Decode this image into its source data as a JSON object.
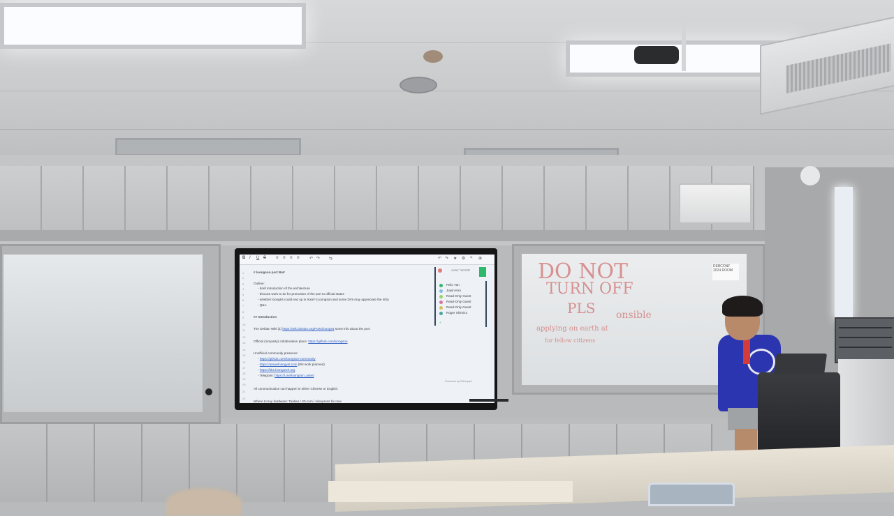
{
  "screen": {
    "toolbar_buttons": [
      "B",
      "I",
      "U",
      "S",
      "≡",
      "≡",
      "≡",
      "≡",
      "↶",
      "↷",
      "⇆"
    ],
    "toolbar_right": [
      "↶",
      "↷",
      "★",
      "⚙",
      "<",
      "⊕"
    ],
    "line_numbers": [
      "1",
      "2",
      "3",
      "4",
      "5",
      "6",
      "7",
      "8",
      "9",
      "10",
      "11",
      "12",
      "13",
      "14",
      "15",
      "16",
      "17",
      "18",
      "19",
      "20",
      "21",
      "22",
      "23",
      "24",
      "25",
      "26"
    ],
    "document": {
      "heading": "# loongson port BoF",
      "outline_label": "Outline:",
      "outline_items": [
        "- brief introduction of the architecture",
        "- discuss work to do for promotion of the port to official status",
        "- whether loong64 could end up in trixie? (Loongson and some DVs may appreciate the info)",
        "- Q&A"
      ],
      "intro_heading": "## Introduction",
      "wiki_prefix": "The Debian Wiki [1]",
      "wiki_link": "https://wiki.debian.org/Ports/loong64",
      "wiki_suffix": "some info about the port.",
      "official_prefix": "Official (1st-party) collaboration place:",
      "official_link": "https://github.com/loongson",
      "presence_label": "Unofficial community presence:",
      "presence_links": [
        "https://github.com/loongson-community",
        "https://areweloongyet.com",
        "https://bbs.loongarch.org",
        "https://t.me/loongson_users"
      ],
      "presence_prefixes": [
        "- ",
        "- ",
        "- ",
        "- Telegram: "
      ],
      "presence_suffixes": [
        "",
        " (EN work planned)",
        "",
        ""
      ],
      "comm_line": "All communication can happen in either Chinese or English.",
      "hardware_line": "Where to buy hardware: Taobao / JD.com / Aliexpress for now"
    },
    "online_title": "Autor: WANG",
    "online_users": [
      {
        "name": "Felix Yan",
        "color": "#2eb86b"
      },
      {
        "name": "Jiaxin Kim",
        "color": "#7fbde0"
      },
      {
        "name": "Read-Only Guest",
        "color": "#9ccf6a"
      },
      {
        "name": "Read-Only Guest",
        "color": "#d9739f"
      },
      {
        "name": "Read-Only Guest",
        "color": "#d7c05a"
      },
      {
        "name": "Roger Shimizu",
        "color": "#4aa3a0"
      }
    ],
    "online_more": "+",
    "footer_mark": "Powered by Etherpad"
  },
  "whiteboard": {
    "line1": "DO NOT",
    "line2": "TURN OFF",
    "line3": "PLS",
    "line4": "onsible",
    "line5": "applying on earth at",
    "line6": "for fellow citizens"
  },
  "notice_text": "DEBCONF 2024 ROOM"
}
